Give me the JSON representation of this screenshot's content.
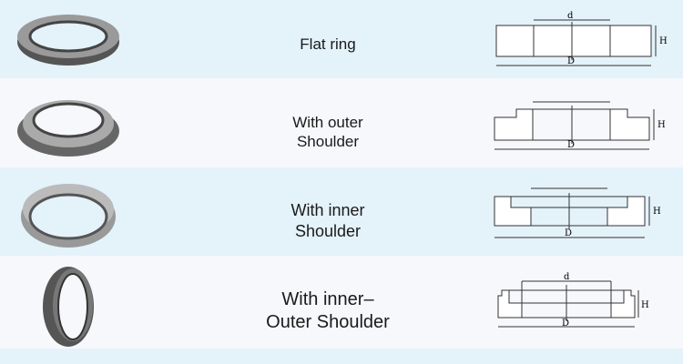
{
  "rows": [
    {
      "name": "flat-ring",
      "lines": [
        "Flat ring"
      ],
      "dims": {
        "d": "d",
        "D": "D",
        "H": "H"
      }
    },
    {
      "name": "outer-shoulder",
      "lines": [
        "With  outer",
        "Shoulder"
      ],
      "dims": {
        "D": "D",
        "H": "H"
      }
    },
    {
      "name": "inner-shoulder",
      "lines": [
        "With  inner",
        "Shoulder"
      ],
      "dims": {
        "D": "D",
        "H": "H"
      }
    },
    {
      "name": "inner-outer-shoulder",
      "lines": [
        "With  inner–",
        "Outer Shoulder"
      ],
      "dims": {
        "d": "d",
        "D": "D",
        "H": "H"
      }
    }
  ],
  "colors": {
    "blue": "#e4f2fa",
    "white": "#f6f8fb"
  }
}
